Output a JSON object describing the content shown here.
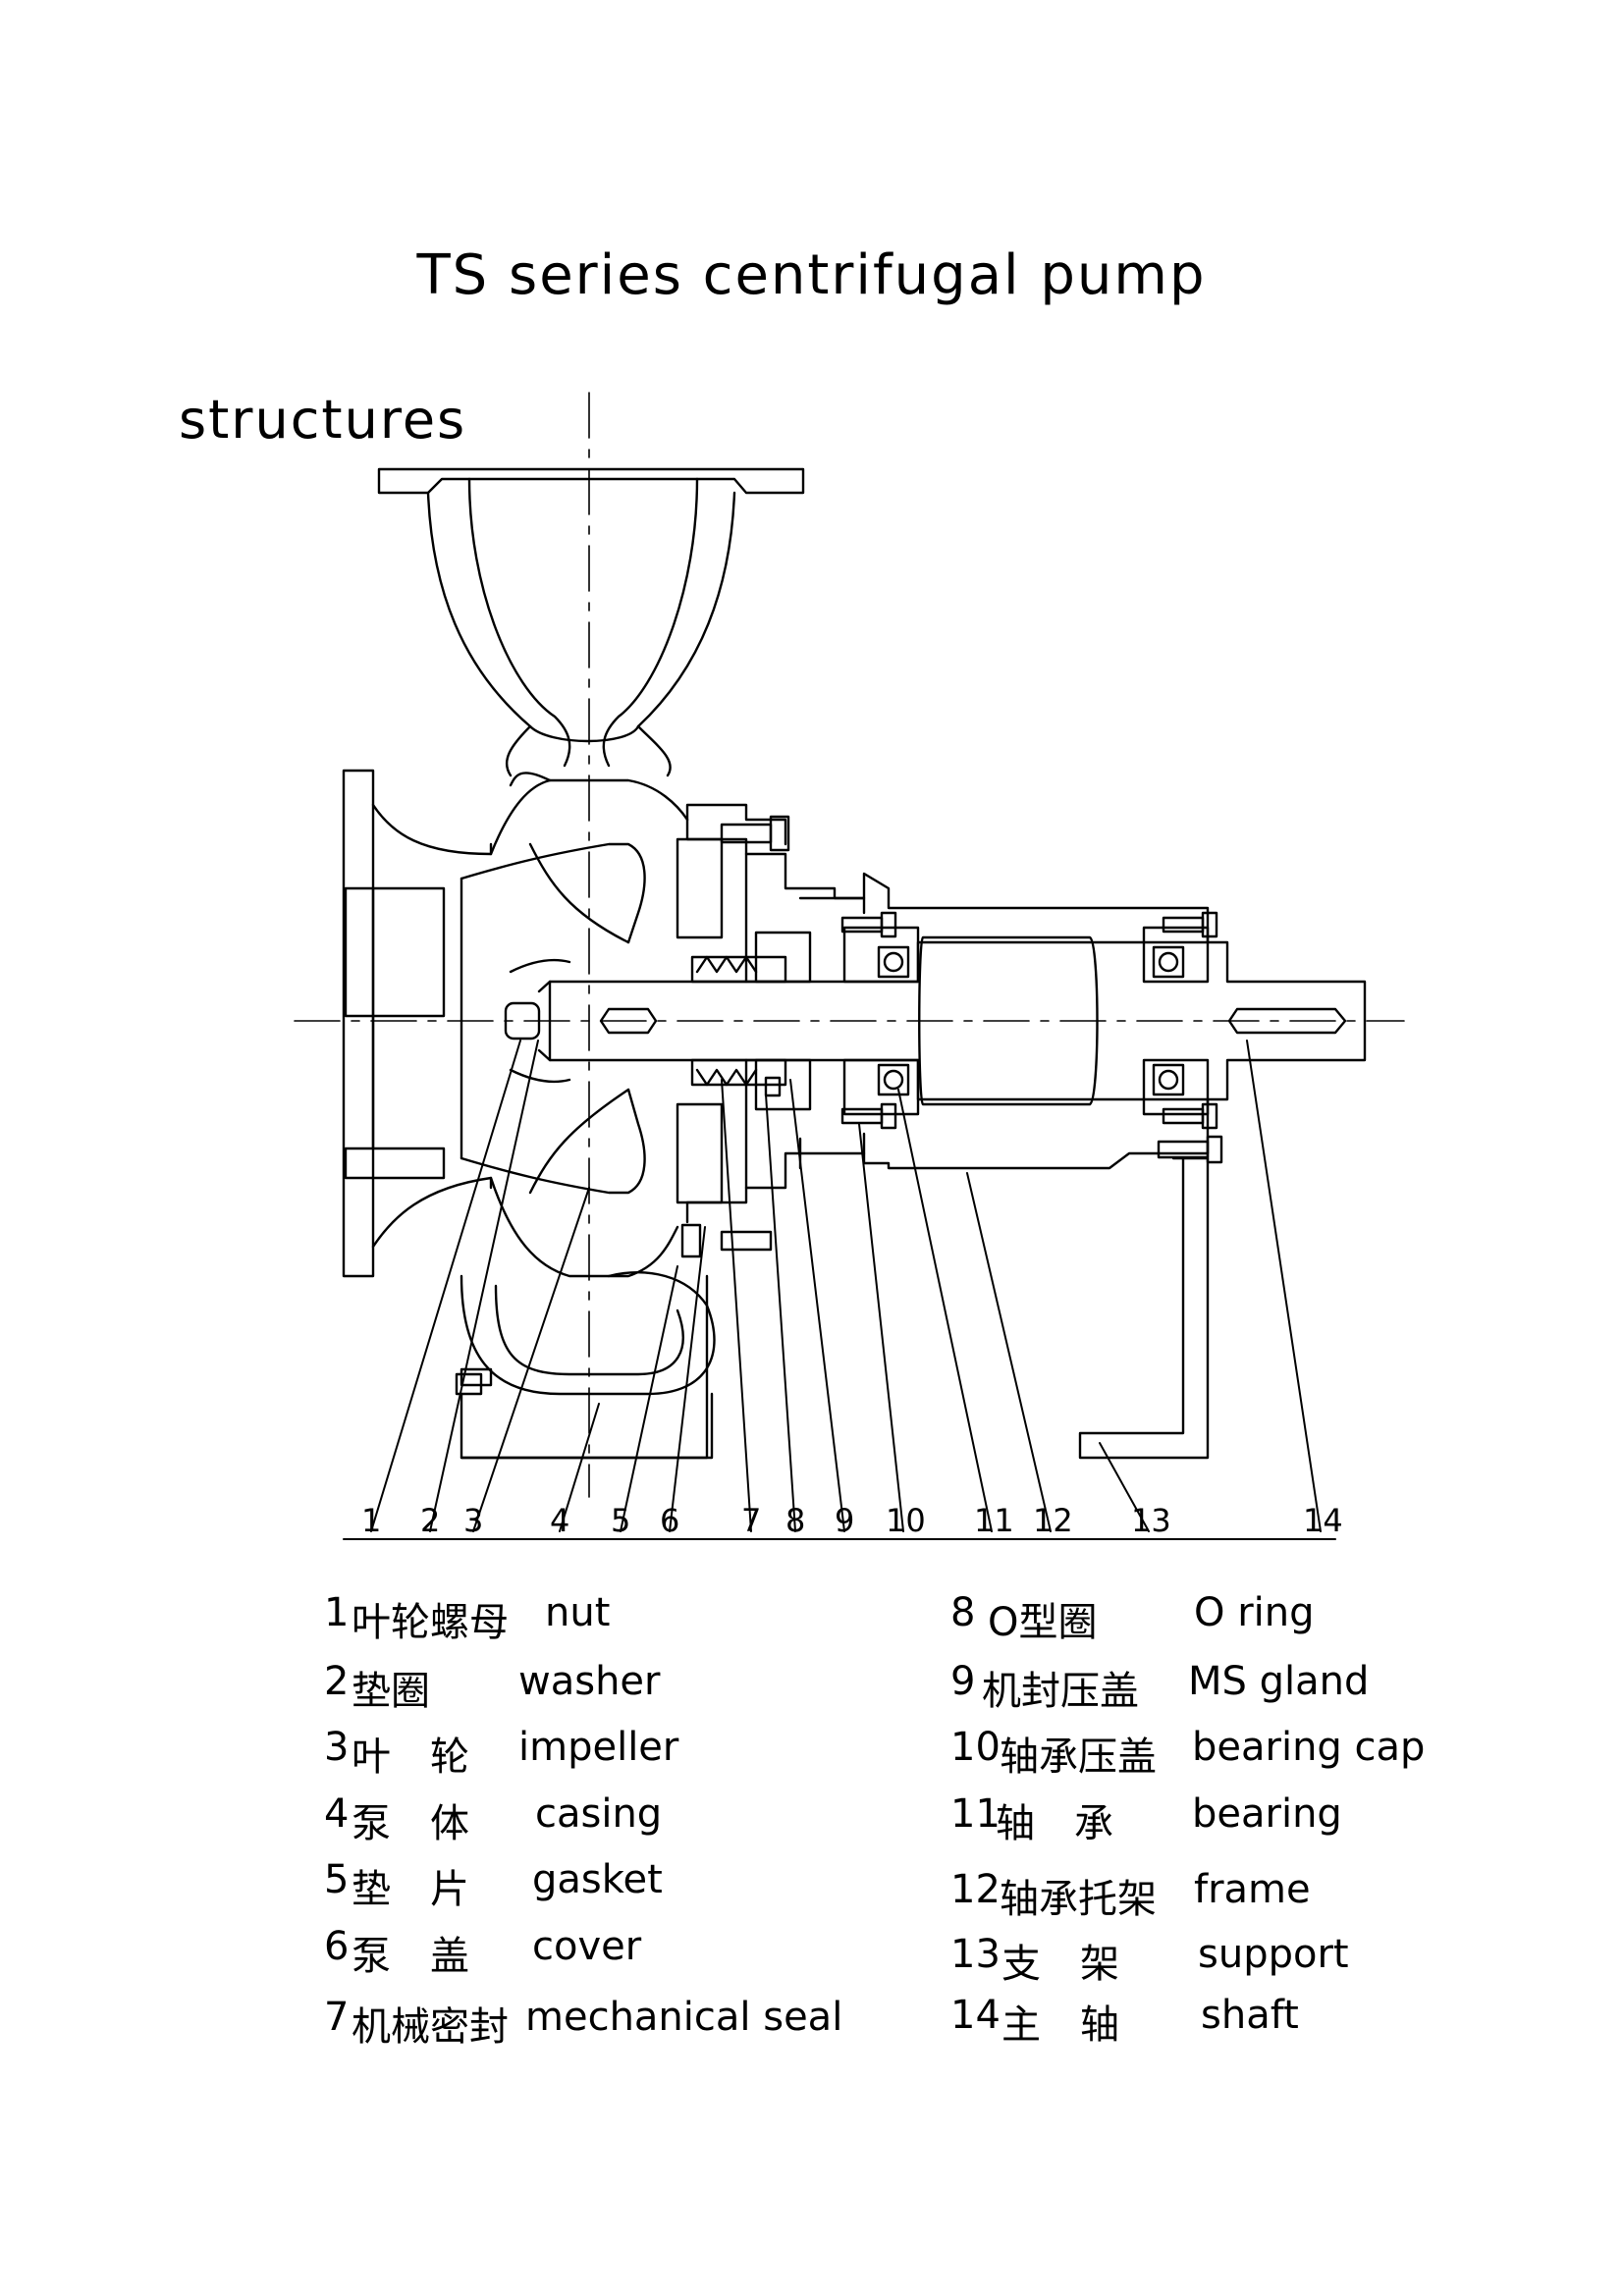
{
  "title": "TS series centrifugal pump",
  "subtitle": "structures",
  "callouts": [
    "1",
    "2",
    "3",
    "4",
    "5",
    "6",
    "7",
    "8",
    "9",
    "10",
    "11",
    "12",
    "13",
    "14"
  ],
  "legend": [
    {
      "num": "1",
      "cn": "叶轮螺母",
      "en": "nut"
    },
    {
      "num": "2",
      "cn": "垫圈",
      "en": "washer"
    },
    {
      "num": "3",
      "cn": "叶　轮",
      "en": "impeller"
    },
    {
      "num": "4",
      "cn": "泵　体",
      "en": "casing"
    },
    {
      "num": "5",
      "cn": "垫　片",
      "en": "gasket"
    },
    {
      "num": "6",
      "cn": "泵　盖",
      "en": "cover"
    },
    {
      "num": "7",
      "cn": "机械密封",
      "en": "mechanical seal"
    },
    {
      "num": "8",
      "cn": "O型圈",
      "en": "O ring"
    },
    {
      "num": "9",
      "cn": "机封压盖",
      "en": "MS gland"
    },
    {
      "num": "10",
      "cn": "轴承压盖",
      "en": "bearing cap"
    },
    {
      "num": "11",
      "cn": "轴　承",
      "en": "bearing"
    },
    {
      "num": "12",
      "cn": "轴承托架",
      "en": "frame"
    },
    {
      "num": "13",
      "cn": "支　架",
      "en": "support"
    },
    {
      "num": "14",
      "cn": "主　轴",
      "en": "shaft"
    }
  ]
}
